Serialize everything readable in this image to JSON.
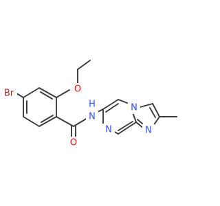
{
  "structure": {
    "labels": {
      "bromine": "Br",
      "ether_oxygen": "O",
      "carbonyl_oxygen": "O",
      "amide_n": "N",
      "amide_h": "H",
      "pyrazine_n_lower": "N",
      "bridgehead_n": "N",
      "imidazole_n": "N"
    },
    "colors": {
      "bond": "#3a3a3a",
      "carbon_text": "#3a3a3a",
      "bromine": "#a52a2a",
      "oxygen": "#ff0d0d",
      "nitrogen": "#3050f8"
    }
  }
}
